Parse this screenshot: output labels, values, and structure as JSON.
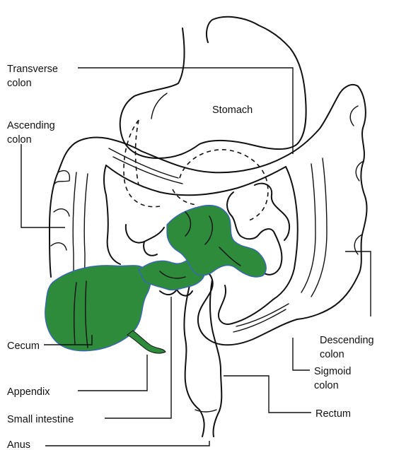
{
  "colors": {
    "highlight": "#2e8b3c",
    "highlight_edge": "#3a5fd0",
    "outline": "#111111",
    "background": "#ffffff"
  },
  "labels": {
    "transverse_colon": [
      "Transverse",
      "colon"
    ],
    "ascending_colon": [
      "Ascending",
      "colon"
    ],
    "stomach": "Stomach",
    "cecum": "Cecum",
    "appendix": "Appendix",
    "small_intestine": "Small intestine",
    "anus": "Anus",
    "descending_colon": [
      "Descending",
      "colon"
    ],
    "sigmoid_colon": [
      "Sigmoid",
      "colon"
    ],
    "rectum": "Rectum"
  }
}
